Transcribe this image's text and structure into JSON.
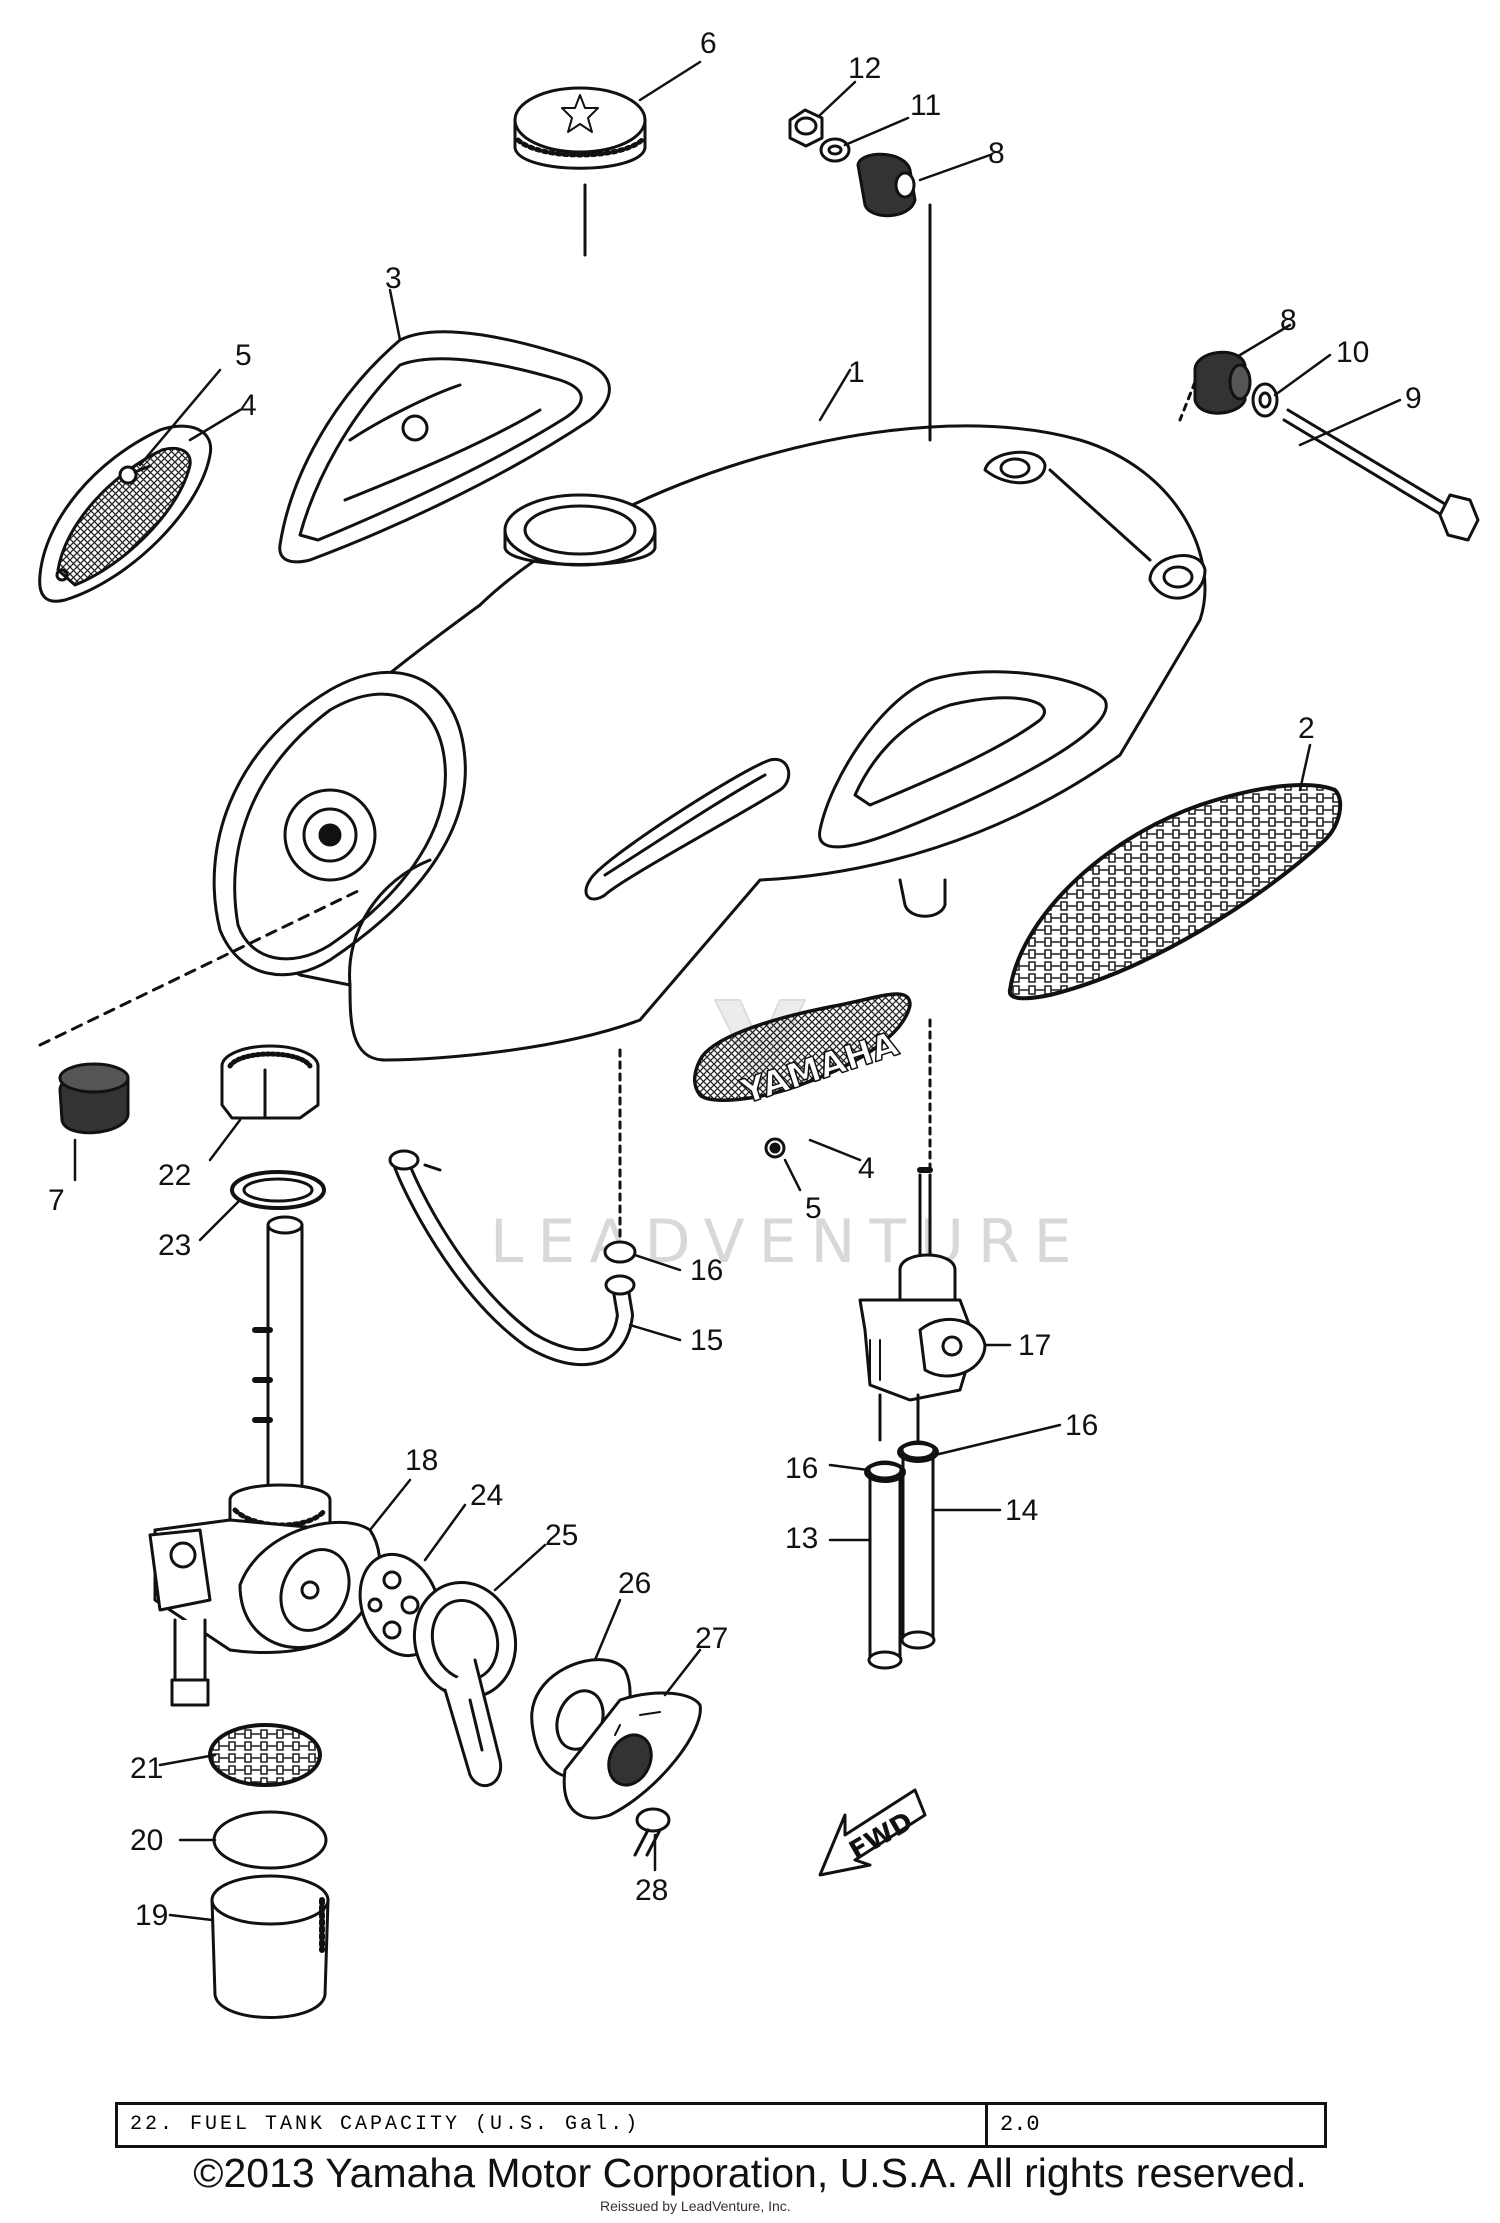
{
  "watermark": {
    "text": "LEADVENTURE"
  },
  "emblem": {
    "text": "YAMAHA"
  },
  "fwd_marker": {
    "text": "FWD"
  },
  "callouts": [
    {
      "id": "c1",
      "label": "1"
    },
    {
      "id": "c2",
      "label": "2"
    },
    {
      "id": "c3",
      "label": "3"
    },
    {
      "id": "c4a",
      "label": "4"
    },
    {
      "id": "c4b",
      "label": "4"
    },
    {
      "id": "c5a",
      "label": "5"
    },
    {
      "id": "c5b",
      "label": "5"
    },
    {
      "id": "c6",
      "label": "6"
    },
    {
      "id": "c7",
      "label": "7"
    },
    {
      "id": "c8a",
      "label": "8"
    },
    {
      "id": "c8b",
      "label": "8"
    },
    {
      "id": "c9",
      "label": "9"
    },
    {
      "id": "c10",
      "label": "10"
    },
    {
      "id": "c11",
      "label": "11"
    },
    {
      "id": "c12",
      "label": "12"
    },
    {
      "id": "c13",
      "label": "13"
    },
    {
      "id": "c14",
      "label": "14"
    },
    {
      "id": "c15",
      "label": "15"
    },
    {
      "id": "c16a",
      "label": "16"
    },
    {
      "id": "c16b",
      "label": "16"
    },
    {
      "id": "c16c",
      "label": "16"
    },
    {
      "id": "c17",
      "label": "17"
    },
    {
      "id": "c18",
      "label": "18"
    },
    {
      "id": "c19",
      "label": "19"
    },
    {
      "id": "c20",
      "label": "20"
    },
    {
      "id": "c21",
      "label": "21"
    },
    {
      "id": "c22",
      "label": "22"
    },
    {
      "id": "c23",
      "label": "23"
    },
    {
      "id": "c24",
      "label": "24"
    },
    {
      "id": "c25",
      "label": "25"
    },
    {
      "id": "c26",
      "label": "26"
    },
    {
      "id": "c27",
      "label": "27"
    },
    {
      "id": "c28",
      "label": "28"
    }
  ],
  "spec_table": {
    "label": "22.   FUEL TANK CAPACITY (U.S. Gal.)",
    "value": "2.0"
  },
  "footer": {
    "copyright": "©2013 Yamaha Motor Corporation, U.S.A. All rights reserved.",
    "reprint": "Reissued by LeadVenture, Inc."
  }
}
